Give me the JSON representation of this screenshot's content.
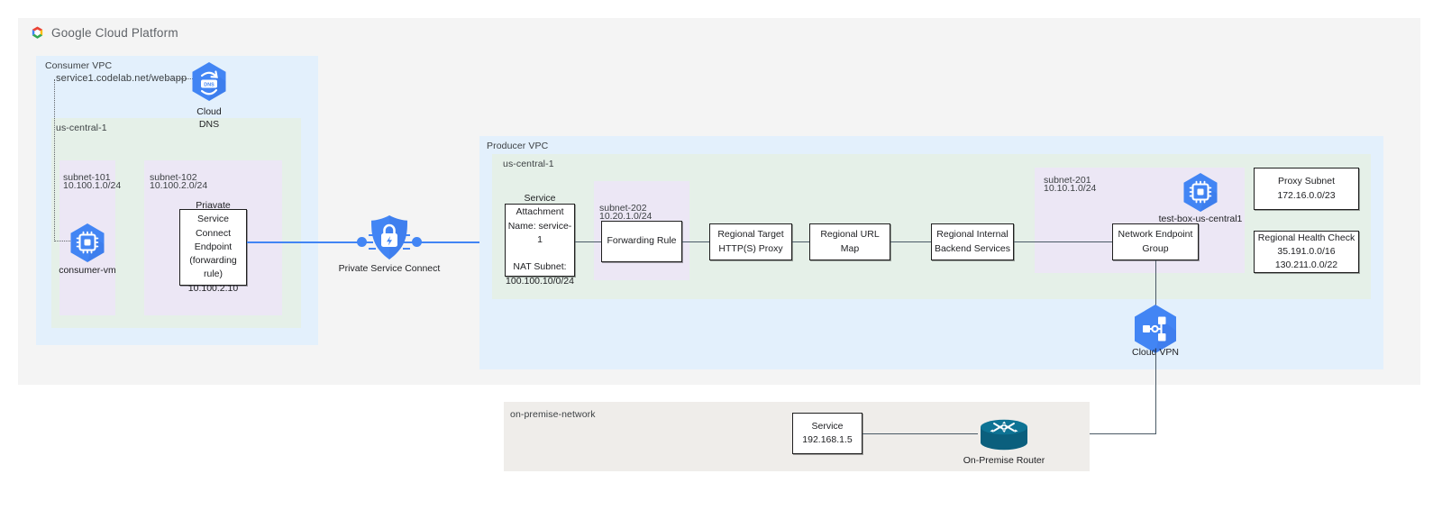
{
  "header": {
    "brand": "Google Cloud Platform",
    "logo_icon": "google-cloud-logo"
  },
  "consumer_vpc": {
    "label": "Consumer VPC",
    "dns_record": "service1.codelab.net/webapp",
    "cloud_dns": {
      "icon": "cloud-dns-icon",
      "caption": "Cloud\nDNS"
    },
    "region": {
      "label": "us-central-1"
    },
    "subnets": [
      {
        "name": "subnet-101",
        "cidr": "10.100.1.0/24"
      },
      {
        "name": "subnet-102",
        "cidr": "10.100.2.0/24"
      }
    ],
    "vm": {
      "icon": "compute-engine-icon",
      "caption": "consumer-vm"
    },
    "psc_endpoint": "Priavate Service\nConnect Endpoint\n(forwarding rule)\n10.100.2.10"
  },
  "psc": {
    "icon": "private-service-connect-icon",
    "caption": "Private Service Connect"
  },
  "producer_vpc": {
    "label": "Producer VPC",
    "region": {
      "label": "us-central-1"
    },
    "service_attachment": "Service\nAttachment\nName: service-1\n\nNAT Subnet:\n100.100.10/0/24",
    "subnet_202": {
      "name": "subnet-202",
      "cidr": "10.20.1.0/24"
    },
    "forwarding_rule": "Forwarding Rule",
    "target_proxy": "Regional Target\nHTTP(S) Proxy",
    "url_map": "Regional URL Map",
    "backend_services": "Regional Internal\nBackend Services",
    "subnet_201": {
      "name": "subnet-201",
      "cidr": "10.10.1.0/24"
    },
    "test_box": {
      "icon": "compute-engine-icon",
      "caption": "test-box-us-central1"
    },
    "neg": "Network Endpoint\nGroup",
    "proxy_subnet": "Proxy Subnet\n172.16.0.0/23",
    "health_check": "Regional Health Check\n35.191.0.0/16\n130.211.0.0/22"
  },
  "cloud_vpn": {
    "icon": "cloud-vpn-icon",
    "caption": "Cloud VPN"
  },
  "on_premise": {
    "label": "on-premise-network",
    "service": "Service\n192.168.1.5",
    "router": {
      "icon": "router-icon",
      "caption": "On-Premise Router"
    }
  },
  "colors": {
    "gcp_blue": "#4285f4",
    "vpc_blue": "#e3f0fc",
    "region_green": "#e5f0e8",
    "subnet_purple": "#ece7f5",
    "frame_gray": "#f4f4f4",
    "onprem_gray": "#efedea",
    "router_teal": "#0b6a88",
    "line": "#4a5a66"
  }
}
